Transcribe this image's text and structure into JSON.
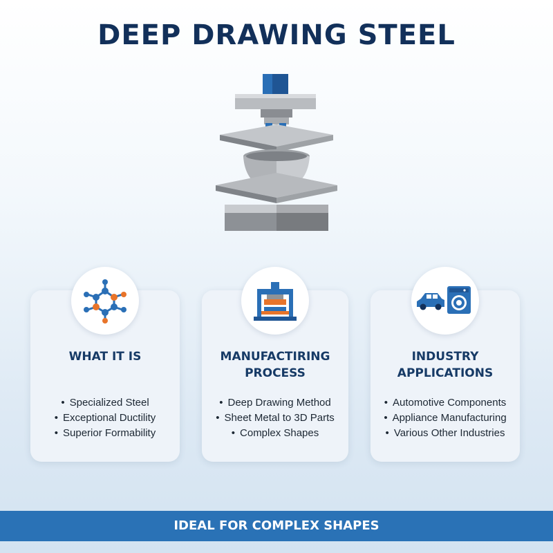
{
  "title": "DEEP DRAWING STEEL",
  "illustration": {
    "icon": "deep-drawing-press-icon",
    "colors": {
      "ram": "#2a6fb6",
      "plate": "#8f9398",
      "bowl": "#c9ccd0"
    }
  },
  "cards": [
    {
      "icon": "molecule-icon",
      "title": "WHAT IT IS",
      "items": [
        "Specialized Steel",
        "Exceptional Ductility",
        "Superior Formability"
      ]
    },
    {
      "icon": "stamping-press-icon",
      "title_lines": [
        "MANUFACTIRING",
        "PROCESS"
      ],
      "items": [
        "Deep Drawing Method",
        "Sheet Metal to 3D Parts",
        "Complex Shapes"
      ]
    },
    {
      "icon": "car-and-washing-machine-icon",
      "title_lines": [
        "INDUSTRY",
        "APPLICATIONS"
      ],
      "items": [
        "Automotive Components",
        "Appliance Manufacturing",
        "Various Other Industries"
      ]
    }
  ],
  "banner": "IDEAL FOR COMPLEX SHAPES",
  "colors": {
    "title": "#12305a",
    "banner": "#2a72b6",
    "accent_orange": "#e8742a",
    "accent_blue": "#2a6fb6"
  }
}
